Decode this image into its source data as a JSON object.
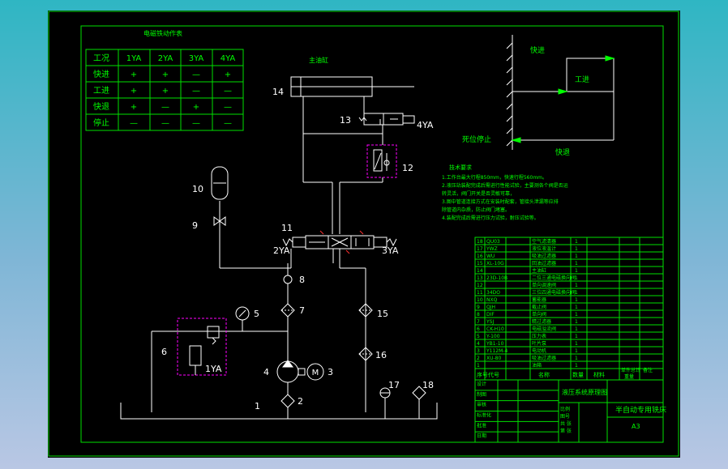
{
  "colors": {
    "frame": "#00e000",
    "line": "#ffffff",
    "accent": "#00ff00",
    "magenta": "#ff00ff",
    "red": "#ff3030"
  },
  "solenoid_table": {
    "title": "电磁铁动作表",
    "headers": [
      "工况",
      "1YA",
      "2YA",
      "3YA",
      "4YA"
    ],
    "rows": [
      [
        "快进",
        "+",
        "+",
        "—",
        "+"
      ],
      [
        "工进",
        "+",
        "+",
        "—",
        "—"
      ],
      [
        "快退",
        "+",
        "—",
        "+",
        "—"
      ],
      [
        "停止",
        "—",
        "—",
        "—",
        "—"
      ]
    ]
  },
  "circuit": {
    "cylinder_title": "主油缸",
    "labels": [
      "1",
      "2",
      "3",
      "4",
      "5",
      "6",
      "7",
      "8",
      "9",
      "10",
      "11",
      "12",
      "13",
      "14",
      "15",
      "16",
      "17",
      "18"
    ],
    "coils": {
      "ya1": "1YA",
      "ya2": "2YA",
      "ya3": "3YA",
      "ya4": "4YA"
    }
  },
  "cycle_diagram": {
    "labels": [
      "快进",
      "工进",
      "死位停止",
      "快退"
    ]
  },
  "tech_requirements": {
    "heading": "技术要求",
    "lines": [
      "1.工作台最大行程850mm，快速行程560mm。",
      "2.液压站装配完成后需进行性能试验，主要测各个阀是否运",
      "转灵活，阀门开关是否灵敏可靠，",
      "3.图中管道连接方式在安装时配套，管接头泄漏等应排",
      "除管道内杂质，防止阀门堵塞。",
      "4.装配完成后需进行压力试验，耐压试验等。"
    ]
  },
  "bom": {
    "rows": [
      [
        "18",
        "QU03",
        "空气滤清器",
        "1"
      ],
      [
        "17",
        "YWZ",
        "液位液温计",
        "1"
      ],
      [
        "16",
        "WU",
        "吸油过滤器",
        "1"
      ],
      [
        "15",
        "XL-10G",
        "回油过滤器",
        "1"
      ],
      [
        "14",
        "",
        "主油缸",
        "1"
      ],
      [
        "13",
        "23D-10B",
        "二位三通电磁换向阀",
        "1"
      ],
      [
        "12",
        "",
        "单向调速阀",
        "1"
      ],
      [
        "11",
        "34DO",
        "三位四通电磁换向阀",
        "1"
      ],
      [
        "10",
        "NXQ",
        "蓄能器",
        "1"
      ],
      [
        "9",
        "QJH",
        "截止阀",
        "1"
      ],
      [
        "8",
        "DIF",
        "单向阀",
        "1"
      ],
      [
        "7",
        "YSJ",
        "精过滤器",
        "1"
      ],
      [
        "6",
        "CK-H10",
        "电磁溢流阀",
        "1"
      ],
      [
        "5",
        "Y-100",
        "压力表",
        "1"
      ],
      [
        "4",
        "YB1-10",
        "叶片泵",
        "1"
      ],
      [
        "3",
        "Y112M-4",
        "电动机",
        "1"
      ],
      [
        "2",
        "XU-80",
        "吸油过滤器",
        "1"
      ],
      [
        "1",
        "",
        "油箱",
        "1"
      ]
    ],
    "header": [
      "序号",
      "代号",
      "名称",
      "数量",
      "材料"
    ],
    "header_extra": [
      "备注",
      "单件",
      "总计",
      "重量"
    ],
    "title_block": {
      "drawing_name": "液压系统原理图",
      "project": "半自动专用铣床",
      "size": "A3",
      "labels": [
        "设计",
        "制图",
        "审核",
        "标准化",
        "批准",
        "日期",
        "比例",
        "图号",
        "共 张",
        "第 张"
      ]
    }
  }
}
